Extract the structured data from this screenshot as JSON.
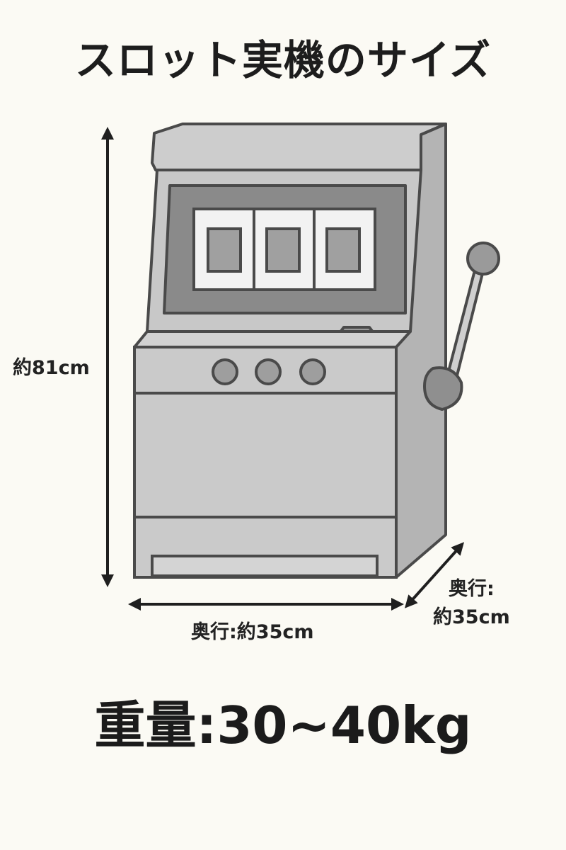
{
  "title": "スロット実機のサイズ",
  "height_label": "約81cm",
  "width_label": "奥行:約35cm",
  "depth_label_line1": "奥行:",
  "depth_label_line2": "約35cm",
  "weight_label": "重量:30~40kg",
  "colors": {
    "background": "#fbfaf4",
    "outline": "#4a4a4a",
    "body_light": "#cfcfcf",
    "body_mid": "#bdbdbd",
    "screen_dark": "#8a8a8a",
    "reel_white": "#f4f4f4",
    "reel_window": "#9a9a9a",
    "button": "#9e9e9e",
    "arrow": "#1f1f1f"
  }
}
